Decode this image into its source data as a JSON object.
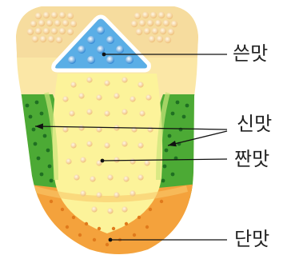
{
  "labels": {
    "bitter": "쓴맛",
    "sour": "신맛",
    "salty": "짠맛",
    "sweet": "단맛"
  },
  "colors": {
    "tongue_outer": "#fbe7a6",
    "tongue_inner": "#fcf39a",
    "back": "#f6dc9e",
    "bitter_region": "#5aaee6",
    "sour_region": "#4caa35",
    "sweet_region": "#f4a23c",
    "bump": "#f7cf88",
    "arrow": "#111111"
  },
  "icons": {
    "bitter_region": "blue-triangle-region",
    "sour_region": "green-side-region",
    "sweet_region": "orange-tip-region"
  }
}
